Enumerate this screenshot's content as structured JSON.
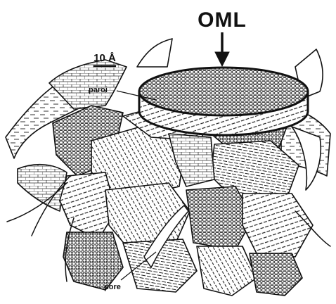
{
  "labels": {
    "main": "OML",
    "scale": "10 Å",
    "wall": "paroi",
    "pore": "pore"
  },
  "colors": {
    "ink": "#111111",
    "paper": "#ffffff",
    "shade": "#5a5a5a"
  }
}
